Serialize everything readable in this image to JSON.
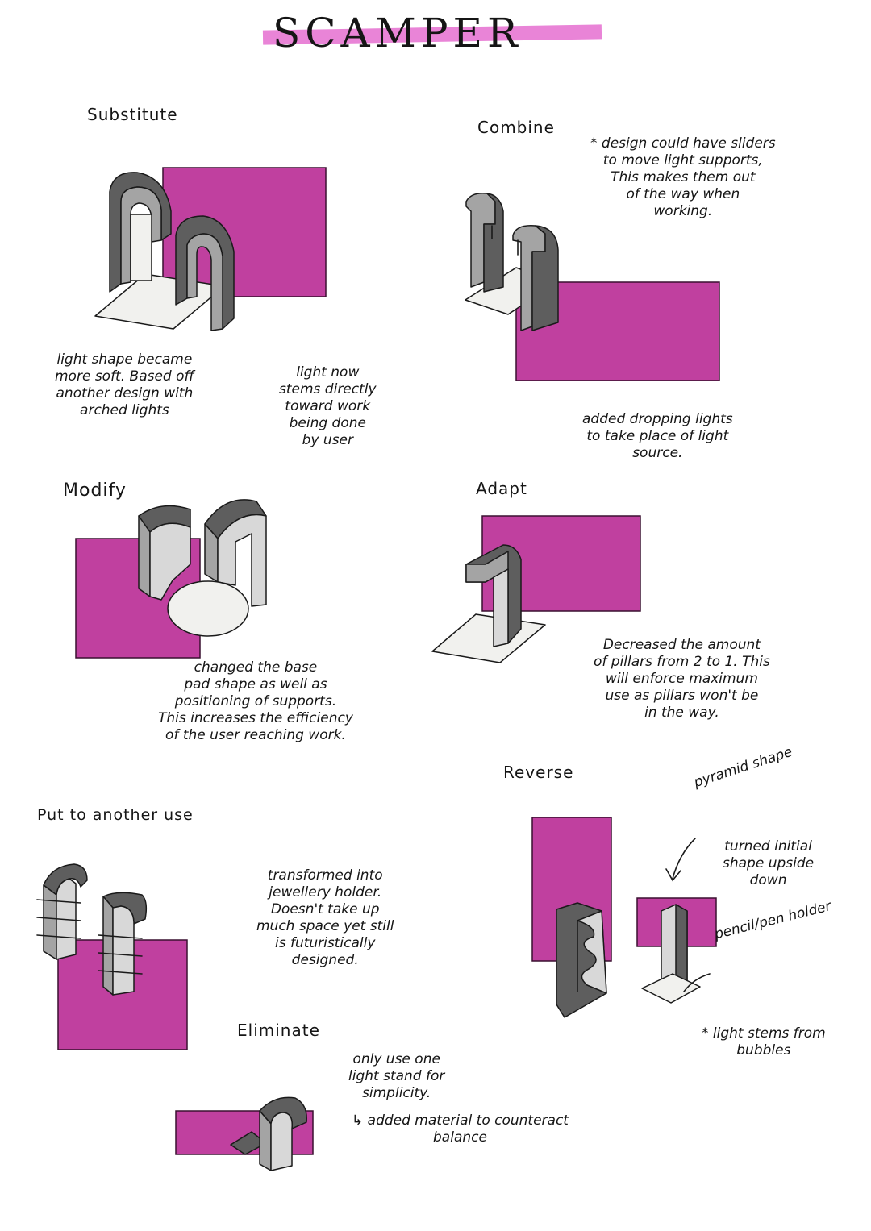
{
  "title": "SCAMPER",
  "colors": {
    "magenta": "#c0409f",
    "magenta_light": "#e56ed0",
    "grey_dark": "#5e5e5e",
    "grey_mid": "#a4a4a4",
    "grey_light": "#d8d8d8",
    "base": "#f1f1ee"
  },
  "sections": {
    "substitute": {
      "heading": "Substitute",
      "note1": "light shape became\nmore soft. Based off\nanother design with\narched lights",
      "note2": "light now\nstems directly\ntoward work\nbeing done\nby user"
    },
    "combine": {
      "heading": "Combine",
      "note1": "* design could have sliders\nto move light supports,\nThis makes them out\nof the way when\nworking.",
      "note2": "added dropping lights\nto take place of light\nsource."
    },
    "modify": {
      "heading": "Modify",
      "note1": "changed the base\npad shape as well as\npositioning of supports.\nThis increases the efficiency\nof the user reaching work."
    },
    "adapt": {
      "heading": "Adapt",
      "note1": "Decreased the amount\nof pillars from 2 to 1. This\nwill enforce maximum\nuse as pillars won't be\nin the way."
    },
    "reverse": {
      "heading": "Reverse",
      "note_pyramid": "pyramid shape",
      "note_turned": "turned initial\nshape upside\ndown",
      "note_pencil": "pencil/pen holder",
      "note_light": "* light stems from\nbubbles"
    },
    "put_to_another_use": {
      "heading": "Put to another use",
      "note1": "transformed into\njewellery holder.\nDoesn't take up\nmuch space yet still\nis futuristically\ndesigned."
    },
    "eliminate": {
      "heading": "Eliminate",
      "note1": "only use one\nlight stand for\nsimplicity.",
      "note2": "↳ added material to counteract\nbalance"
    }
  }
}
